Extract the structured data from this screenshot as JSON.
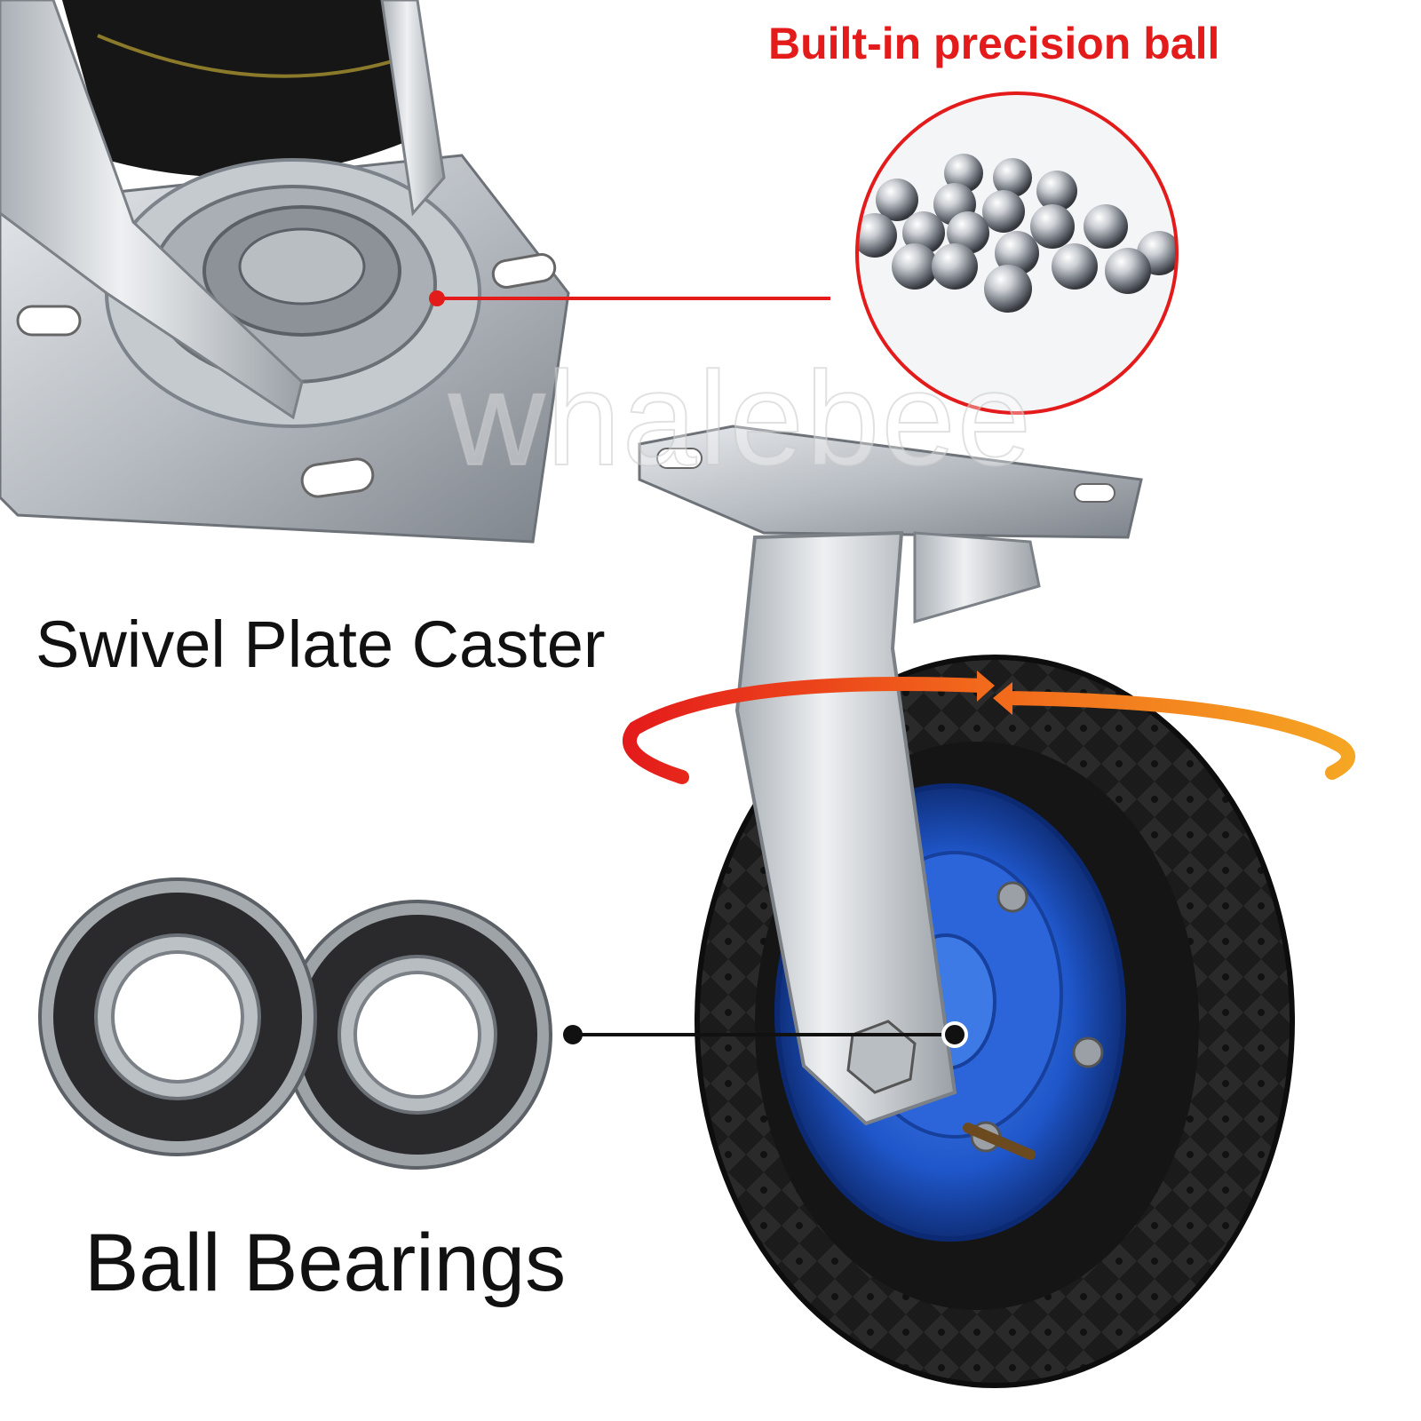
{
  "headline": "Built-in precision ball",
  "labels": {
    "swivel": "Swivel Plate Caster",
    "bearings": "Ball Bearings"
  },
  "watermark": "whalebee",
  "colors": {
    "headline": "#e41b1b",
    "callout_circle": "#e41b1b",
    "rim": "#1f56c9",
    "tire": "#1a1a1a",
    "arrow_left": "#e8341c",
    "arrow_right": "#f39a1e"
  }
}
